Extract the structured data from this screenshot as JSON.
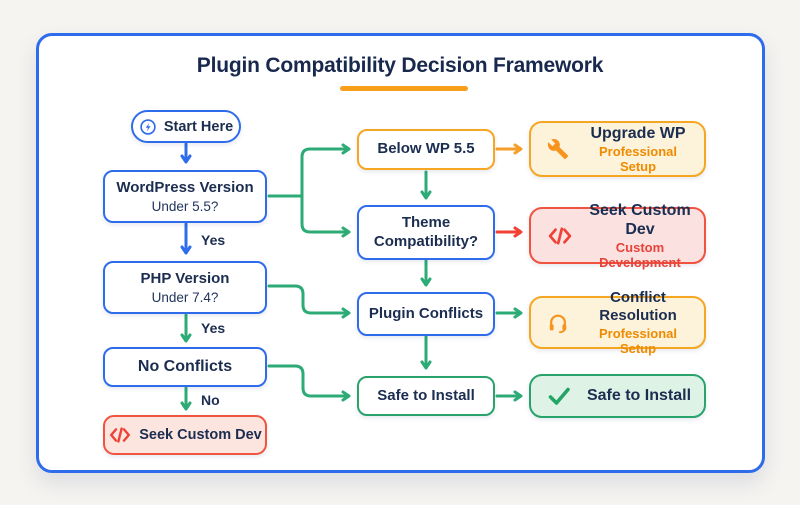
{
  "title": "Plugin Compatibility Decision Framework",
  "start": {
    "label": "Start Here"
  },
  "left_nodes": [
    {
      "title": "WordPress Version",
      "subtitle": "Under 5.5?"
    },
    {
      "title": "PHP Version",
      "subtitle": "Under 7.4?"
    },
    {
      "title": "No Conflicts"
    },
    {
      "title": "Seek Custom Dev"
    }
  ],
  "edge_labels": {
    "wp_to_php": "Yes",
    "php_to_conflicts": "Yes",
    "conflicts_to_dev": "No"
  },
  "middle_nodes": [
    {
      "label": "Below WP 5.5"
    },
    {
      "label": "Theme Compatibility?"
    },
    {
      "label": "Plugin Conflicts"
    },
    {
      "label": "Safe to Install"
    }
  ],
  "right_nodes": [
    {
      "title": "Upgrade WP",
      "subtitle": "Professional Setup",
      "icon": "wrench-icon"
    },
    {
      "title": "Seek Custom Dev",
      "subtitle": "Custom Development",
      "icon": "code-icon"
    },
    {
      "title": "Conflict Resolution",
      "subtitle": "Professional Setup",
      "icon": "headset-icon"
    },
    {
      "title": "Safe to Install",
      "icon": "checkmark-icon"
    }
  ],
  "colors": {
    "blue": "#2f6ceb",
    "green": "#2cab76",
    "orange": "#f5a623",
    "red": "#ef4136",
    "navy": "#18294d",
    "underline": "#f79e1b"
  }
}
